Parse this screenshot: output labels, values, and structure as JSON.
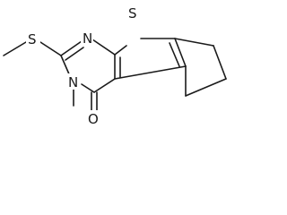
{
  "molecule": {
    "atoms": {
      "sulfur_ring": "S",
      "nitrogen_top": "N",
      "nitrogen_methyl": "N",
      "sulfur_methylthio": "S",
      "oxygen_carbonyl": "O"
    }
  }
}
